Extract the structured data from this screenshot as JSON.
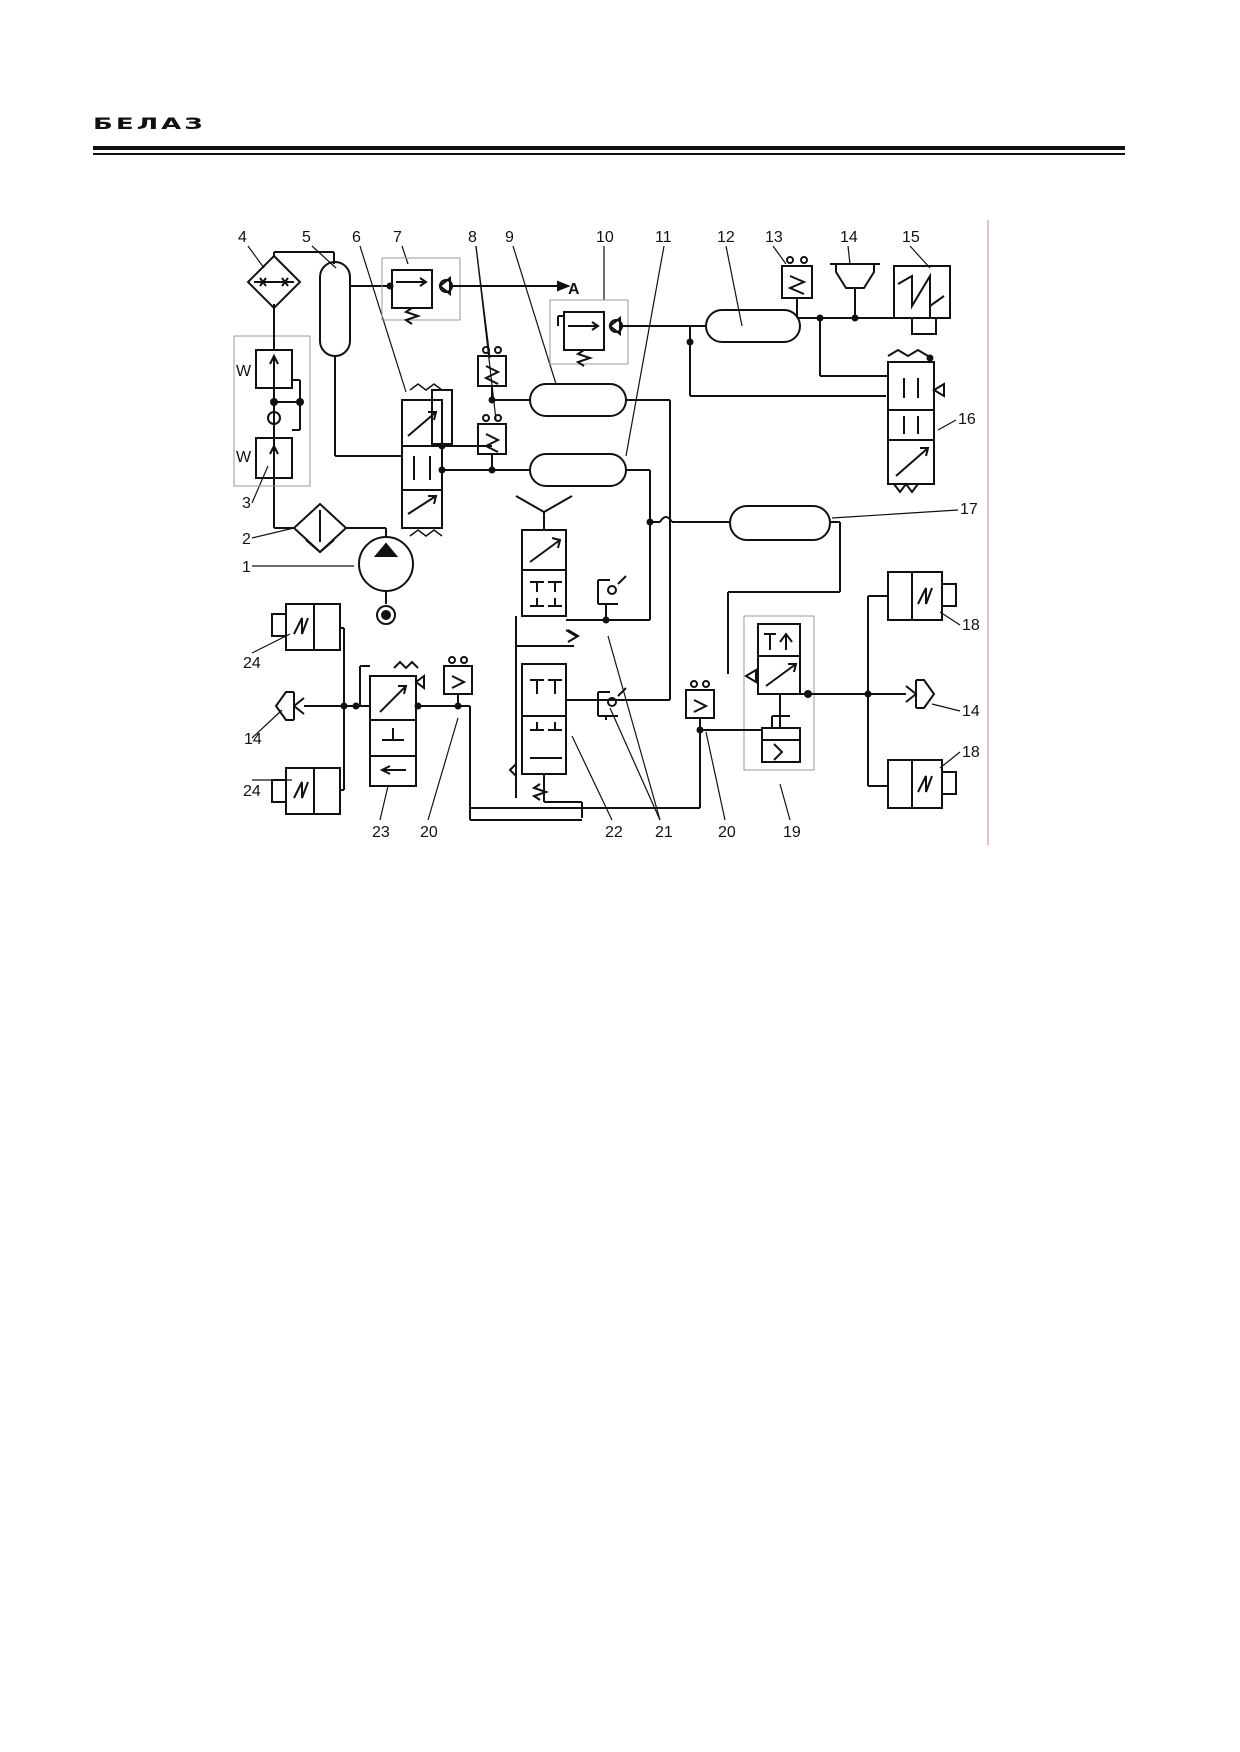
{
  "header": {
    "brand": "БЕЛАЗ"
  },
  "diagram": {
    "callouts": [
      "1",
      "2",
      "3",
      "4",
      "5",
      "6",
      "7",
      "8",
      "9",
      "10",
      "11",
      "12",
      "13",
      "14",
      "15",
      "16",
      "17",
      "18",
      "19",
      "20",
      "21",
      "22",
      "23",
      "24"
    ],
    "port_label": "A"
  }
}
